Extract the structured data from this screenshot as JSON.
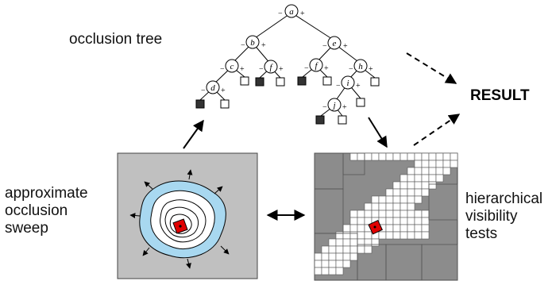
{
  "labels": {
    "occlusion_tree": "occlusion tree",
    "result": "RESULT",
    "sweep": [
      "approximate",
      "occlusion",
      "sweep"
    ],
    "visibility": [
      "hierarchical",
      "visibility",
      "tests"
    ]
  },
  "tree": {
    "nodes": [
      "a",
      "b",
      "c",
      "d",
      "e",
      "f",
      "f",
      "h",
      "i",
      "j"
    ],
    "minus": "−",
    "plus": "+"
  },
  "colors": {
    "panel_gray": "#c0c0c0",
    "cell_gray": "#8c8c8c",
    "sweep_blue": "#a8d8f0",
    "marker_red": "#e00000",
    "leaf_black": "#333333"
  }
}
